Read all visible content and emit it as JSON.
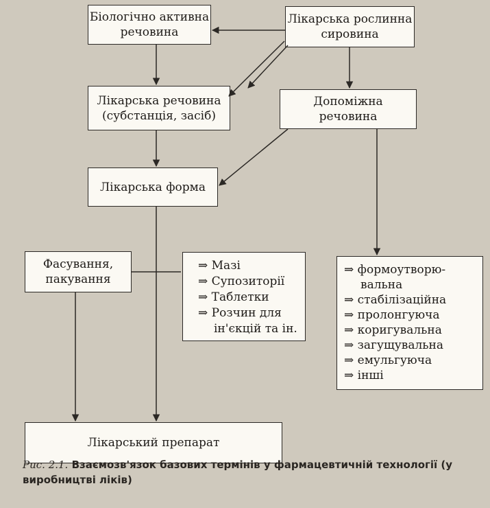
{
  "boxes": {
    "bio_active": [
      "Біологічно активна",
      "речовина"
    ],
    "plant_raw": [
      "Лікарська рослинна",
      "сировина"
    ],
    "drug_substance": [
      "Лікарська речовина",
      "(субстанція, засіб)"
    ],
    "auxiliary": [
      "Допоміжна",
      "речовина"
    ],
    "dosage_form": "Лікарська форма",
    "packaging": [
      "Фасування,",
      "пакування"
    ],
    "forms_list": [
      "⇒ Мазі",
      "⇒ Супозиторії",
      "⇒ Таблетки",
      "⇒ Розчин для",
      "ін'єкцій та ін."
    ],
    "aux_list": [
      "⇒ формоутворю-",
      "вальна",
      "⇒ стабілізаційна",
      "⇒ пролонгуюча",
      "⇒ коригувальна",
      "⇒ загущувальна",
      "⇒ емульгуюча",
      "⇒ інші"
    ],
    "product": "Лікарський препарат"
  },
  "caption": {
    "label": "Рис. 2.1.",
    "text": "Взаємозв'язок базових термінів у фармацевтичній технології (у виробництві ліків)"
  }
}
